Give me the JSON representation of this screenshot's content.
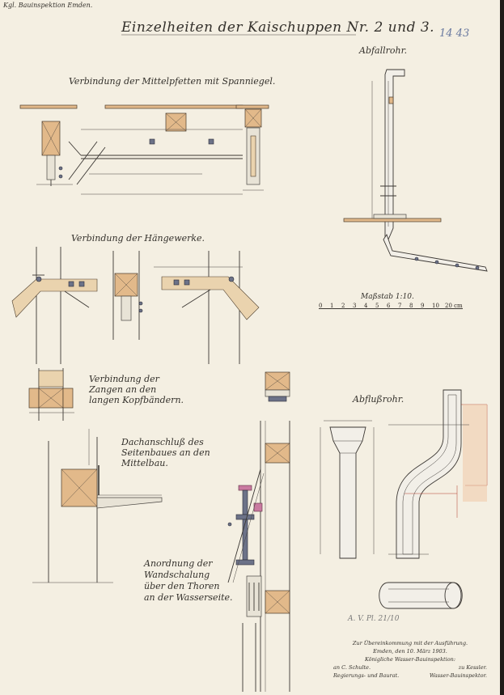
{
  "header": {
    "tag": "Kgl. Bauinspektion Emden.",
    "title": "Einzelheiten der Kaischuppen Nr. 2 und 3.",
    "sheet_number": "14 43"
  },
  "sections": {
    "mittelpfetten": "Verbindung der Mittelpfetten mit Spanniegel.",
    "haengewerke": "Verbindung der Hängewerke.",
    "zangen": "Verbindung der Zangen an den langen Kopfbändern.",
    "dachanschluss": "Dachanschluß des Seitenbaues an den Mittelbau.",
    "wandschalung": "Anordnung der Wandschalung über den Thoren an der Wasserseite.",
    "abfallrohr": "Abfallrohr.",
    "abflussrohr": "Abflußrohr."
  },
  "scale": {
    "label": "Maßstab 1:10.",
    "ticks": [
      "0",
      "1",
      "2",
      "3",
      "4",
      "5",
      "6",
      "7",
      "8",
      "9",
      "10",
      "20 cm"
    ]
  },
  "notes": {
    "approval_pencil": "A. V. Pl. 21/10"
  },
  "signature": {
    "line1": "Zur Übereinkommung mit der Ausführung.",
    "line2": "Emden, den 10. März 1903.",
    "line3": "Königliche Wasser-Bauinspektion:",
    "line4_left": "an C. Schulte.",
    "line4_right": "zu Kessler.",
    "line5_left": "Regierungs- und Baurat.",
    "line5_right": "Wasser-Bauinspektor."
  },
  "colors": {
    "paper": "#f4efe2",
    "wood": "#e2b98a",
    "ink": "#3b3733",
    "steel": "#6c7288",
    "red_line": "#b13a2a"
  }
}
